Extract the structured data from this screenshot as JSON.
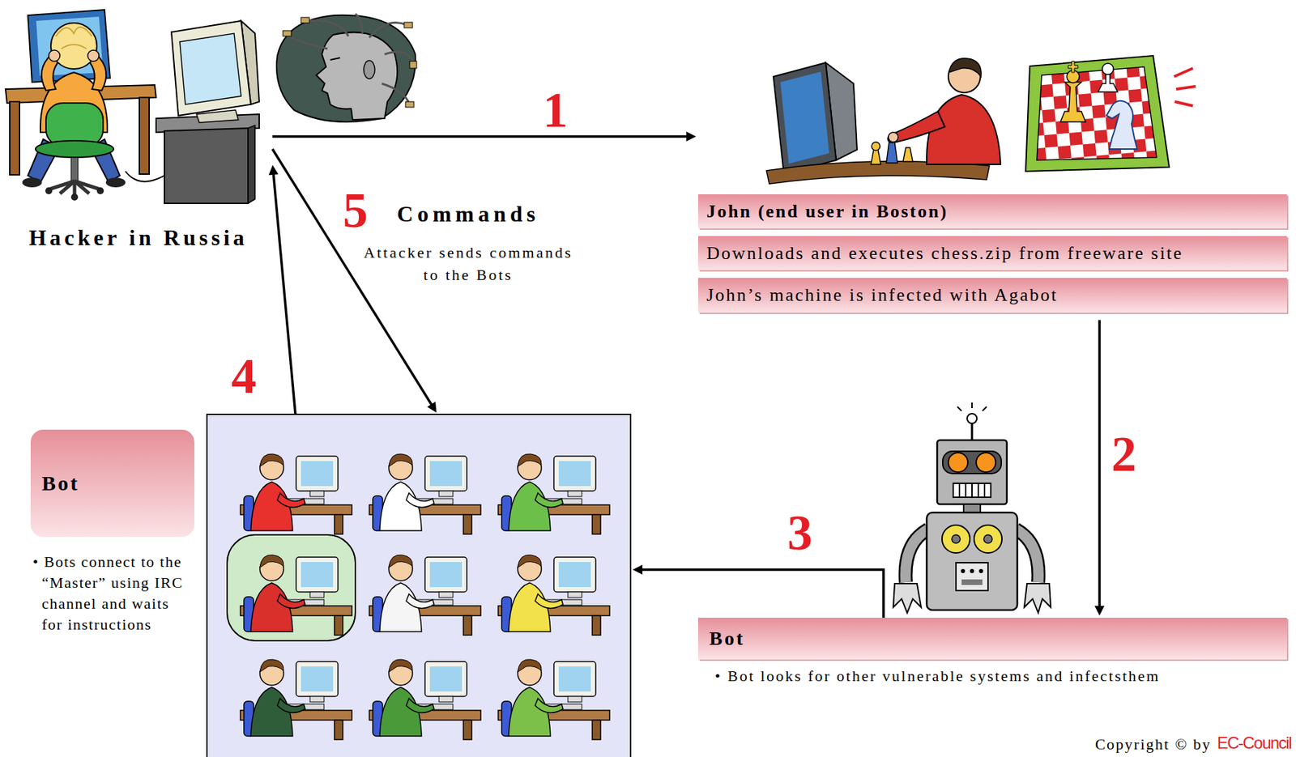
{
  "diagram": {
    "nodes": [
      {
        "text": [
          "Hacker in Russia"
        ]
      },
      {
        "text": [
          "John (end user in Boston)",
          "Downloads and executes chess.zip from freeware site",
          "John’s machine is infected with Agabot"
        ]
      },
      {
        "text": [
          "Bot",
          "• Bot looks for other vulnerable systems and infectsthem"
        ]
      },
      {
        "text": [
          "Bot",
          "• Bots connect to the “Master” using IRC channel and waits for instructions"
        ]
      }
    ],
    "edges": [
      {
        "from": 0,
        "to": 1,
        "arrow": "to"
      },
      {
        "from": 1,
        "to": 2,
        "arrow": "to"
      },
      {
        "from": 2,
        "to": 3,
        "arrow": "to"
      },
      {
        "from": 3,
        "to": 0,
        "arrow": "to"
      },
      {
        "from": 0,
        "to": 3,
        "label": "Commands",
        "arrow": "to"
      }
    ],
    "labels": [
      "1",
      "2",
      "3",
      "4",
      "5",
      "Attacker sends commands to the Bots",
      "Copyright © by",
      "EC-Council"
    ]
  }
}
